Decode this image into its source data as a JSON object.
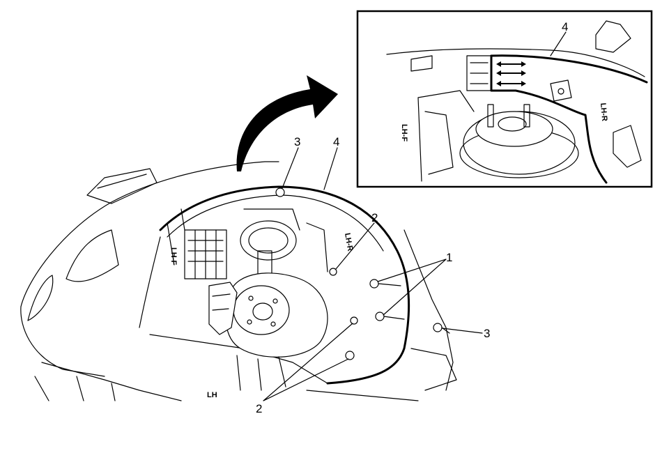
{
  "figure": {
    "callouts": {
      "fastener_push_pin": "1",
      "fastener_screw_a": "2",
      "fastener_screw_b": "2",
      "fastener_nut_top": "3",
      "fastener_nut_right": "3",
      "liner_main": "4",
      "liner_inset": "4"
    },
    "zone_labels": {
      "main_front": "LH-F",
      "main_rear": "LH-R",
      "main_bottom": "LH",
      "inset_front": "LH-F",
      "inset_rear": "LH-R"
    },
    "icons": {
      "detail_arrow": "curved-arrow-icon",
      "release_arrows": "double-arrow-icon"
    },
    "colors": {
      "ink": "#000000",
      "paper": "#ffffff"
    }
  }
}
